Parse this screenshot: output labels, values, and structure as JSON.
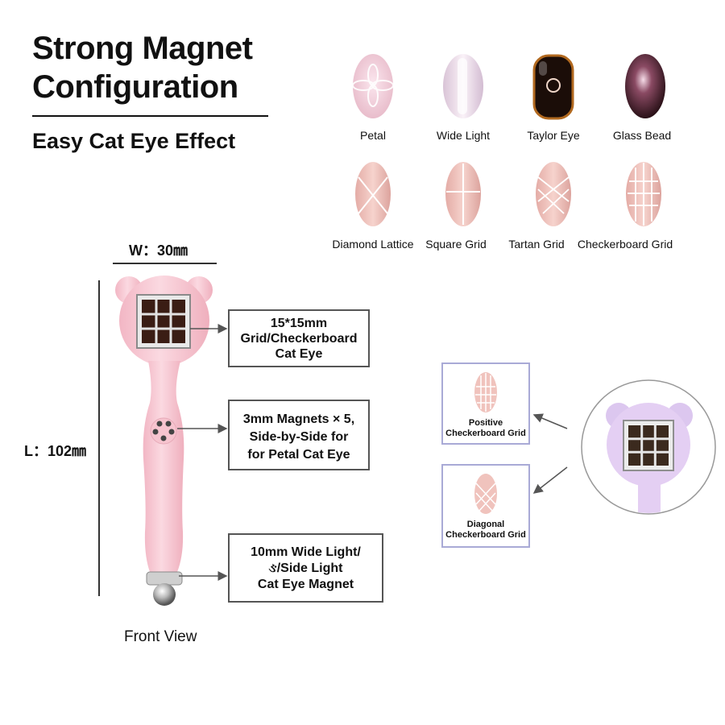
{
  "title_line1": "Strong Magnet",
  "title_line2": "Configuration",
  "subtitle": "Easy Cat Eye Effect",
  "effects": [
    {
      "name": "Petal"
    },
    {
      "name": "Wide Light"
    },
    {
      "name": "Taylor Eye"
    },
    {
      "name": "Glass Bead"
    },
    {
      "name": "Diamond Lattice"
    },
    {
      "name": "Square Grid"
    },
    {
      "name": "Tartan Grid"
    },
    {
      "name": "Checkerboard Grid"
    }
  ],
  "dimensions": {
    "width_label": "W：30㎜",
    "length_label": "L：102㎜"
  },
  "callouts": {
    "grid": [
      "15*15mm",
      "Grid/Checkerboard",
      "Cat Eye"
    ],
    "magnets": [
      "3mm Magnets × 5,",
      "Side-by-Side for",
      "for Petal Cat Eye"
    ],
    "wide": [
      "10mm Wide Light/",
      "ઙ/Side Light",
      "Cat Eye Magnet"
    ]
  },
  "examples": {
    "positive": [
      "Positive",
      "Checkerboard Grid"
    ],
    "diagonal": [
      "Diagonal",
      "Checkerboard Grid"
    ]
  },
  "front_view_label": "Front View",
  "colors": {
    "tool_pink": "#f6c6d0",
    "nail_pink": "#f0c8c4",
    "box_border": "#a9aad6"
  }
}
